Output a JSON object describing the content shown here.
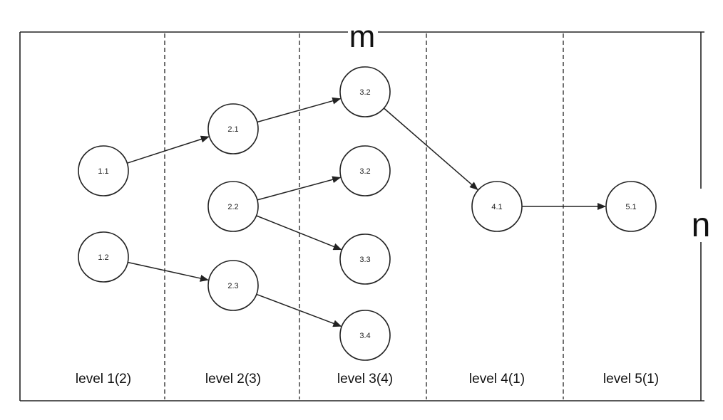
{
  "dimensions": {
    "top": "m",
    "right": "n"
  },
  "levels": [
    {
      "label": "level 1(2)"
    },
    {
      "label": "level 2(3)"
    },
    {
      "label": "level 3(4)"
    },
    {
      "label": "level 4(1)"
    },
    {
      "label": "level 5(1)"
    }
  ],
  "nodes": [
    {
      "id": "n11",
      "label": "1.1",
      "level": 1
    },
    {
      "id": "n12",
      "label": "1.2",
      "level": 1
    },
    {
      "id": "n21",
      "label": "2.1",
      "level": 2
    },
    {
      "id": "n22",
      "label": "2.2",
      "level": 2
    },
    {
      "id": "n23",
      "label": "2.3",
      "level": 2
    },
    {
      "id": "n32a",
      "label": "3.2",
      "level": 3
    },
    {
      "id": "n32b",
      "label": "3.2",
      "level": 3
    },
    {
      "id": "n33",
      "label": "3.3",
      "level": 3
    },
    {
      "id": "n34",
      "label": "3.4",
      "level": 3
    },
    {
      "id": "n41",
      "label": "4.1",
      "level": 4
    },
    {
      "id": "n51",
      "label": "5.1",
      "level": 5
    }
  ],
  "edges": [
    {
      "from": "n11",
      "to": "n21"
    },
    {
      "from": "n21",
      "to": "n32a"
    },
    {
      "from": "n22",
      "to": "n32b"
    },
    {
      "from": "n22",
      "to": "n33"
    },
    {
      "from": "n12",
      "to": "n23"
    },
    {
      "from": "n23",
      "to": "n34"
    },
    {
      "from": "n32a",
      "to": "n41"
    },
    {
      "from": "n41",
      "to": "n51"
    }
  ]
}
